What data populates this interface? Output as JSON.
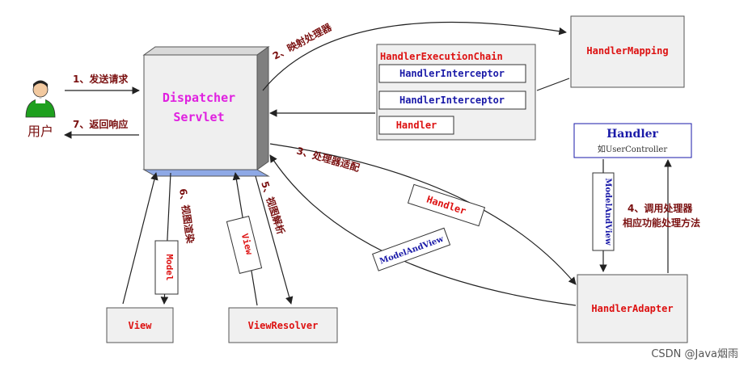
{
  "user": {
    "label": "用户"
  },
  "dispatcher": {
    "line1": "Dispatcher",
    "line2": "Servlet"
  },
  "steps": {
    "s1": "1、发送请求",
    "s2": "2、映射处理器",
    "s3": "3、处理器适配",
    "s4a": "4、调用处理器",
    "s4b": "相应功能处理方法",
    "s5": "5、视图解析",
    "s6": "6、视图渲染",
    "s7": "7、返回响应"
  },
  "chain": {
    "title": "HandlerExecutionChain",
    "interceptor1": "HandlerInterceptor",
    "interceptor2": "HandlerInterceptor",
    "handler": "Handler"
  },
  "handler_mapping": "HandlerMapping",
  "handler_box": {
    "title": "Handler",
    "subtitle": "如UserController"
  },
  "handler_adapter": "HandlerAdapter",
  "view": "View",
  "view_resolver": "ViewResolver",
  "labels": {
    "handler_tag": "Handler",
    "model_and_view_tag": "ModelAndView",
    "model_and_view_vertical": "ModelAndView",
    "model_tag": "Model",
    "view_tag": "View"
  },
  "watermark": "CSDN @Java烟雨",
  "colors": {
    "red": "#dd1111",
    "blue": "#1a1aa8",
    "magenta": "#e020e0",
    "dark_red": "#7a1010",
    "user_green": "#1ea01e"
  }
}
